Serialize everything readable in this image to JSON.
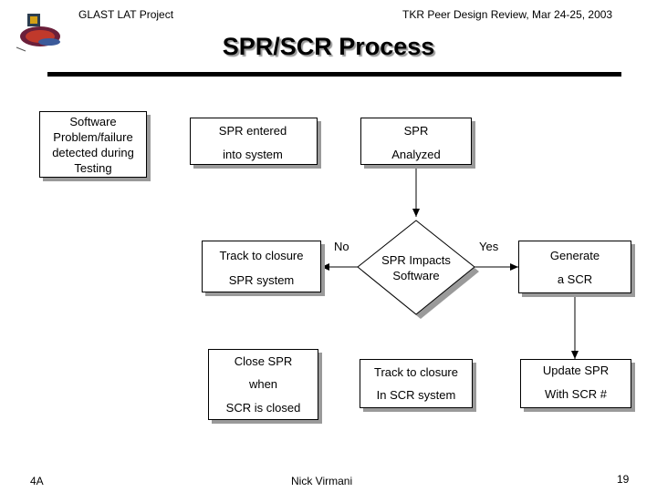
{
  "header": {
    "project": "GLAST LAT Project",
    "review": "TKR Peer Design Review, Mar 24-25, 2003"
  },
  "title": "SPR/SCR Process",
  "boxes": {
    "software_problem": [
      "Software",
      "Problem/failure",
      "detected during",
      "Testing"
    ],
    "spr_entered": [
      "SPR entered",
      "into system"
    ],
    "spr_analyzed": [
      "SPR",
      "Analyzed"
    ],
    "track_spr": [
      "Track to closure",
      "SPR system"
    ],
    "decision": [
      "SPR Impacts",
      "Software"
    ],
    "generate_scr": [
      "Generate",
      "a SCR"
    ],
    "close_spr": [
      "Close SPR",
      "when",
      "SCR is closed"
    ],
    "track_scr": [
      "Track to closure",
      "In SCR system"
    ],
    "update_spr": [
      "Update SPR",
      "With SCR #"
    ]
  },
  "labels": {
    "no": "No",
    "yes": "Yes"
  },
  "footer": {
    "left": "4A",
    "author": "Nick Virmani",
    "page": "19"
  }
}
